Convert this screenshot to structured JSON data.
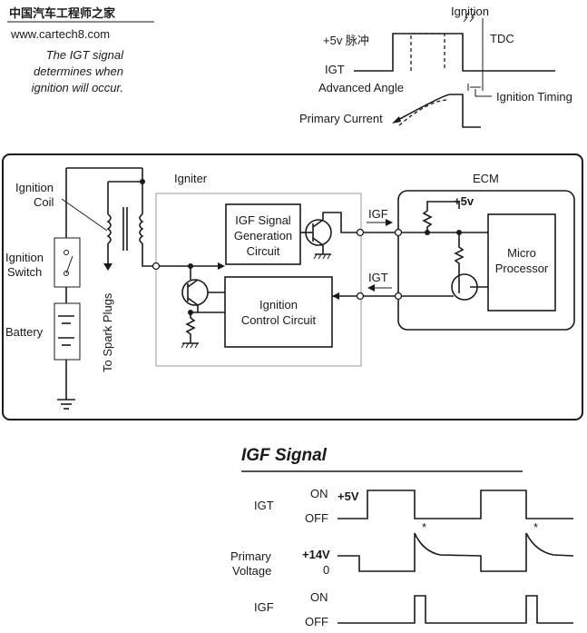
{
  "watermark": {
    "title": "中国汽车工程师之家",
    "url": "www.cartech8.com"
  },
  "caption": {
    "line1": "The IGT signal",
    "line2": "determines when",
    "line3": "ignition will occur."
  },
  "timing": {
    "ignition": "Ignition",
    "tdc": "TDC",
    "plus5v": "+5v 脉冲",
    "igt": "IGT",
    "advanced_angle": "Advanced Angle",
    "ignition_timing": "Ignition Timing",
    "primary_current": "Primary Current"
  },
  "circuit": {
    "ignition_coil_1": "Ignition",
    "ignition_coil_2": "Coil",
    "ignition_switch_1": "Ignition",
    "ignition_switch_2": "Switch",
    "battery": "Battery",
    "to_spark_plugs": "To Spark Plugs",
    "igniter": "Igniter",
    "igf_gen_1": "IGF Signal",
    "igf_gen_2": "Generation",
    "igf_gen_3": "Circuit",
    "ign_ctrl_1": "Ignition",
    "ign_ctrl_2": "Control Circuit",
    "ecm": "ECM",
    "plus5v": "+5v",
    "igf": "IGF",
    "igt": "IGT",
    "micro_1": "Micro",
    "micro_2": "Processor"
  },
  "igf_signal": {
    "title": "IGF Signal",
    "igt": "IGT",
    "on": "ON",
    "plus5v": "+5V",
    "off": "OFF",
    "primary_1": "Primary",
    "primary_2": "Voltage",
    "plus14v": "+14V",
    "zero": "0",
    "igf": "IGF",
    "on2": "ON",
    "off2": "OFF",
    "star1": "*",
    "star2": "*"
  }
}
